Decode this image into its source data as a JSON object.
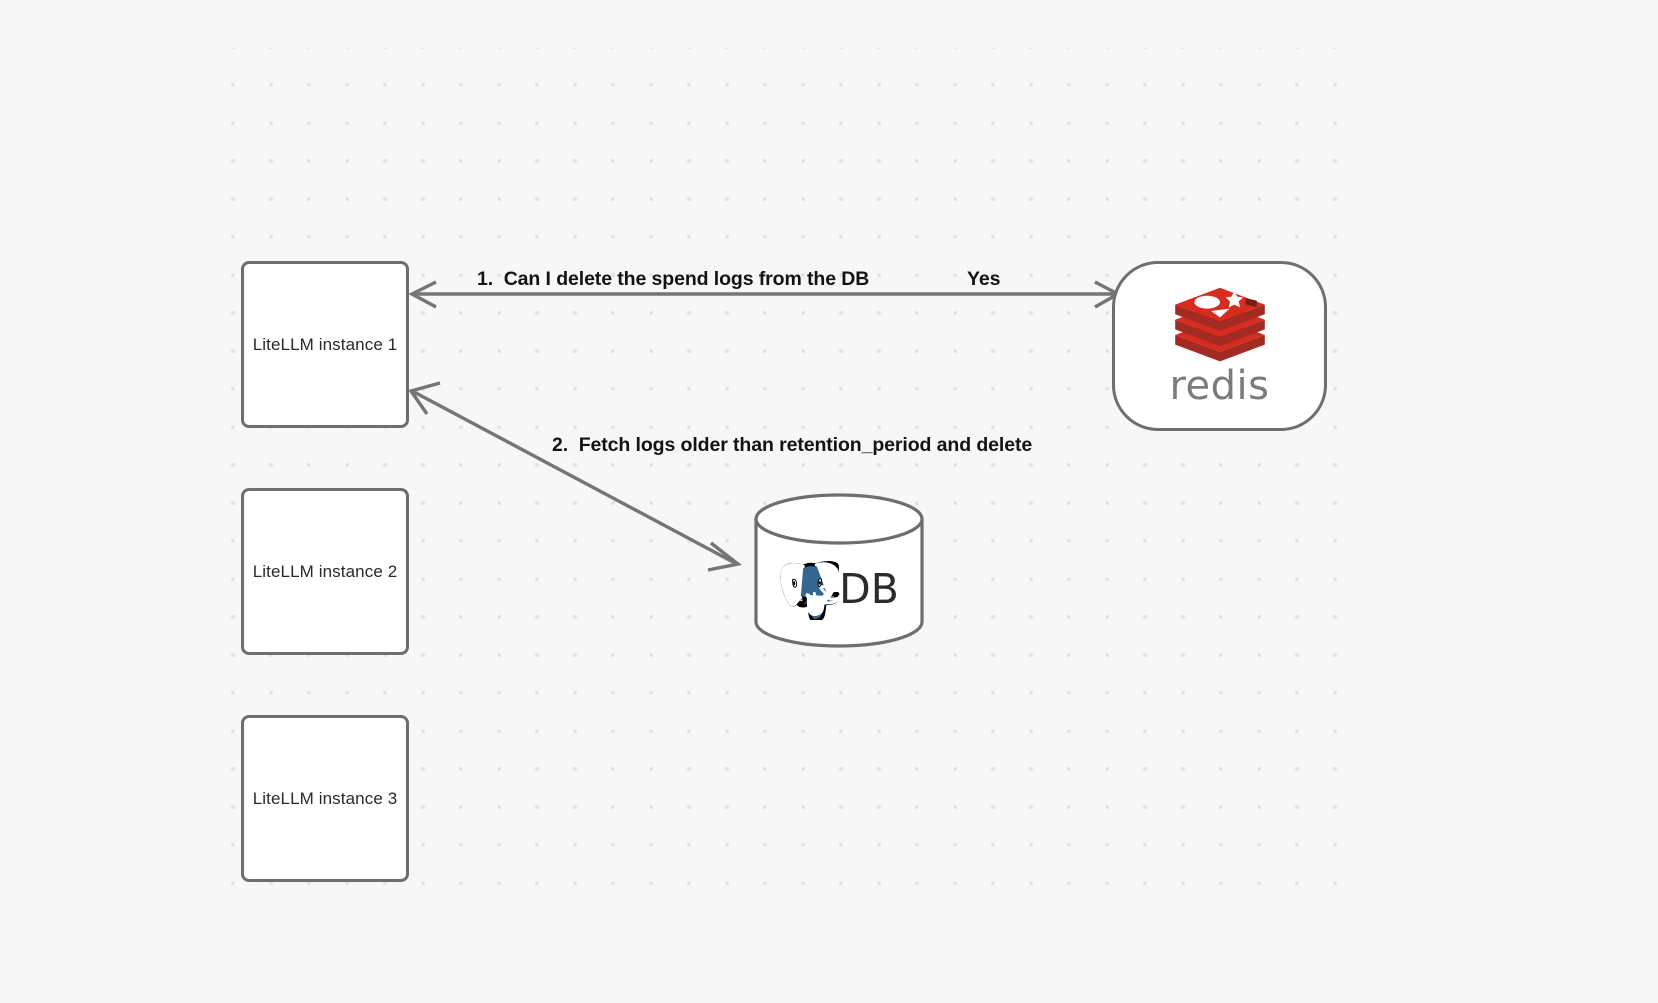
{
  "canvas": {
    "background_color": "#f7f7f7",
    "grid": "dot-grid"
  },
  "nodes": [
    {
      "id": "litellm-1",
      "label": "LiteLLM instance 1",
      "type": "box"
    },
    {
      "id": "litellm-2",
      "label": "LiteLLM instance 2",
      "type": "box"
    },
    {
      "id": "litellm-3",
      "label": "LiteLLM instance 3",
      "type": "box"
    },
    {
      "id": "redis",
      "label": "redis",
      "type": "rounded-box",
      "logo": "redis-logo-icon",
      "brand_color": "#d82c20"
    },
    {
      "id": "db",
      "label": "DB",
      "type": "cylinder",
      "logo": "postgresql-elephant-icon",
      "brand_color": "#336791"
    }
  ],
  "edges": [
    {
      "id": "edge-1",
      "from": "litellm-1",
      "to": "redis",
      "label": "1.  Can I delete the spend logs from the DB",
      "reply_label": "Yes",
      "direction": "bidirectional",
      "stroke_color": "#757575"
    },
    {
      "id": "edge-2",
      "from": "litellm-1",
      "to": "db",
      "label": "2.  Fetch logs older than retention_period and delete",
      "direction": "bidirectional",
      "stroke_color": "#757575"
    }
  ],
  "labels": {
    "edge1_main": "1.  Can I delete the spend logs from the DB",
    "edge1_yes": "Yes",
    "edge2_main": "2.  Fetch logs older than retention_period and delete",
    "redis_wordmark": "redis",
    "db_text": "DB",
    "litellm_1": "LiteLLM instance 1",
    "litellm_2": "LiteLLM instance 2",
    "litellm_3": "LiteLLM instance 3"
  }
}
